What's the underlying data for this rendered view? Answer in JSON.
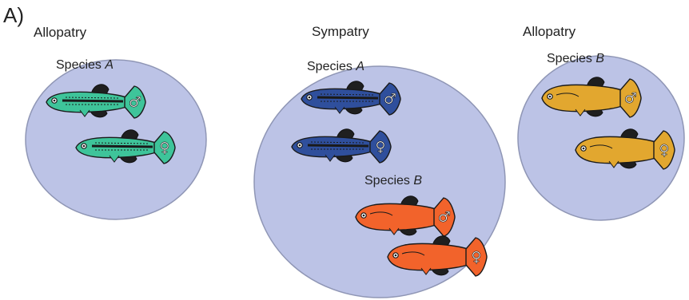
{
  "panel_letter": "A)",
  "colors": {
    "ellipse_fill": "#bcc3e6",
    "ellipse_stroke": "#8f96b5",
    "species_a_allopatric": "#3ec49a",
    "species_a_sympatric": "#2f4f9c",
    "species_b_allopatric": "#e2a72f",
    "species_b_sympatric": "#f2632b",
    "fin_dark": "#1f1f1f"
  },
  "habitats": [
    {
      "label": "Allopatry",
      "species": [
        {
          "name_prefix": "Species ",
          "name_italic": "A",
          "fish": [
            {
              "sex": "male",
              "symbol": "♂"
            },
            {
              "sex": "female",
              "symbol": "♀"
            }
          ]
        }
      ]
    },
    {
      "label": "Sympatry",
      "species": [
        {
          "name_prefix": "Species ",
          "name_italic": "A",
          "fish": [
            {
              "sex": "male",
              "symbol": "♂"
            },
            {
              "sex": "female",
              "symbol": "♀"
            }
          ]
        },
        {
          "name_prefix": "Species ",
          "name_italic": "B",
          "fish": [
            {
              "sex": "male",
              "symbol": "♂"
            },
            {
              "sex": "female",
              "symbol": "♀"
            }
          ]
        }
      ]
    },
    {
      "label": "Allopatry",
      "species": [
        {
          "name_prefix": "Species ",
          "name_italic": "B",
          "fish": [
            {
              "sex": "male",
              "symbol": "♂"
            },
            {
              "sex": "female",
              "symbol": "♀"
            }
          ]
        }
      ]
    }
  ]
}
